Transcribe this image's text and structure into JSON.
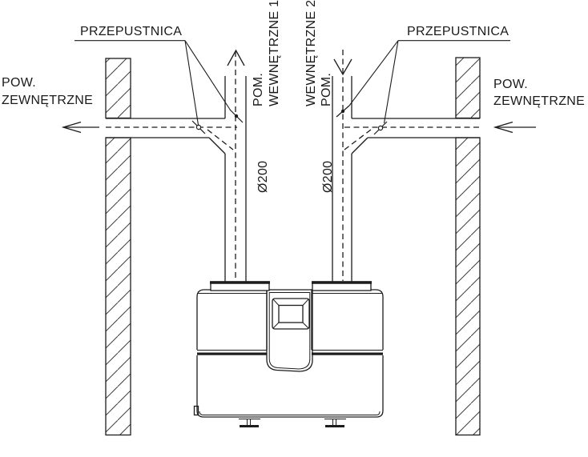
{
  "diagram": {
    "kind": "duct-installation-scheme",
    "colors": {
      "line": "#1c1c1c",
      "background": "#ffffff",
      "hatch": "#3f3f3f"
    }
  },
  "labels": {
    "left_damper": "PRZEPUSTNICA",
    "right_damper": "PRZEPUSTNICA",
    "left_outdoor": {
      "line1": "POW.",
      "line2": "ZEWNĘTRZNE"
    },
    "right_outdoor": {
      "line1": "POW.",
      "line2": "ZEWNĘTRZNE"
    },
    "room1": {
      "line1": "POM.",
      "line2": "WEWNĘTRZNE 1"
    },
    "room2": {
      "line1": "POM.",
      "line2": "WEWNĘTRZNE 2"
    },
    "left_duct_diameter": "Ø200",
    "right_duct_diameter": "Ø200"
  }
}
